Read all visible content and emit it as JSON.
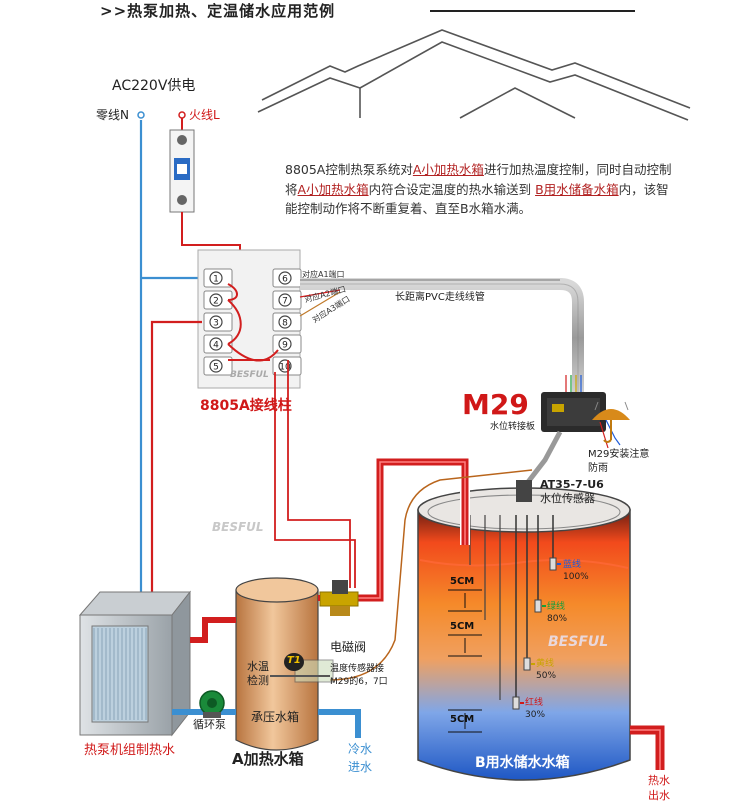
{
  "header": {
    "title": ">>热泵加热、定温储水应用范例"
  },
  "power": {
    "supply": "AC220V供电",
    "neutral": "零线N",
    "live": "火线L"
  },
  "description": {
    "part1": "8805A控制热泵系统对",
    "link1": "A小加热水箱",
    "part2": "进行加热温度控制，同时自动控制将",
    "link2": "A小加热水箱",
    "part3": "内符合设定温度的热水输送到 ",
    "link3": "B用水储备水箱",
    "part4": "内，该智能控制动作将不断重复着、直至B水箱水满。"
  },
  "terminal_block": {
    "label": "8805A接线柱",
    "brand": "BESFUL",
    "left_terminals": [
      "1",
      "2",
      "3",
      "4",
      "5"
    ],
    "right_terminals": [
      "6",
      "7",
      "8",
      "9",
      "10"
    ],
    "port_labels": [
      "对应A1端口",
      "对应A2端口",
      "对应A3端口"
    ]
  },
  "conduit": {
    "label": "长距离PVC走线线管"
  },
  "m29": {
    "model": "M29",
    "subtitle": "水位转接板",
    "rain_note": "M29安装注意防雨"
  },
  "sensor": {
    "model": "AT35-7-U6",
    "name": "水位传感器"
  },
  "tank_b": {
    "label": "B用水储水水箱",
    "brand": "BESFUL",
    "levels": [
      {
        "wire": "蓝线",
        "percent": "100%",
        "color": "#1e5bd8"
      },
      {
        "wire": "绿线",
        "percent": "80%",
        "color": "#1a9e3a"
      },
      {
        "wire": "黄线",
        "percent": "50%",
        "color": "#c9a400"
      },
      {
        "wire": "红线",
        "percent": "30%",
        "color": "#d01818"
      }
    ],
    "spacings": [
      "5CM",
      "5CM",
      "5CM"
    ]
  },
  "tank_a": {
    "label": "A加热水箱",
    "sub_label": "承压水箱",
    "temp_check": "水温检测",
    "sensor_tag": "T1",
    "sensor_note_1": "温度传感器接",
    "sensor_note_2": "M29的6，7口"
  },
  "valve": {
    "label": "电磁阀"
  },
  "pump": {
    "label": "循环泵"
  },
  "heat_pump": {
    "label": "热泵机组制热水",
    "brand": "BESFUL"
  },
  "cold_in": {
    "line1": "冷水",
    "line2": "进水"
  },
  "hot_out": {
    "line1": "热水",
    "line2": "出水"
  },
  "colors": {
    "red_wire": "#d21e1e",
    "blue_wire": "#3b8fd1",
    "label_red": "#d01818"
  }
}
